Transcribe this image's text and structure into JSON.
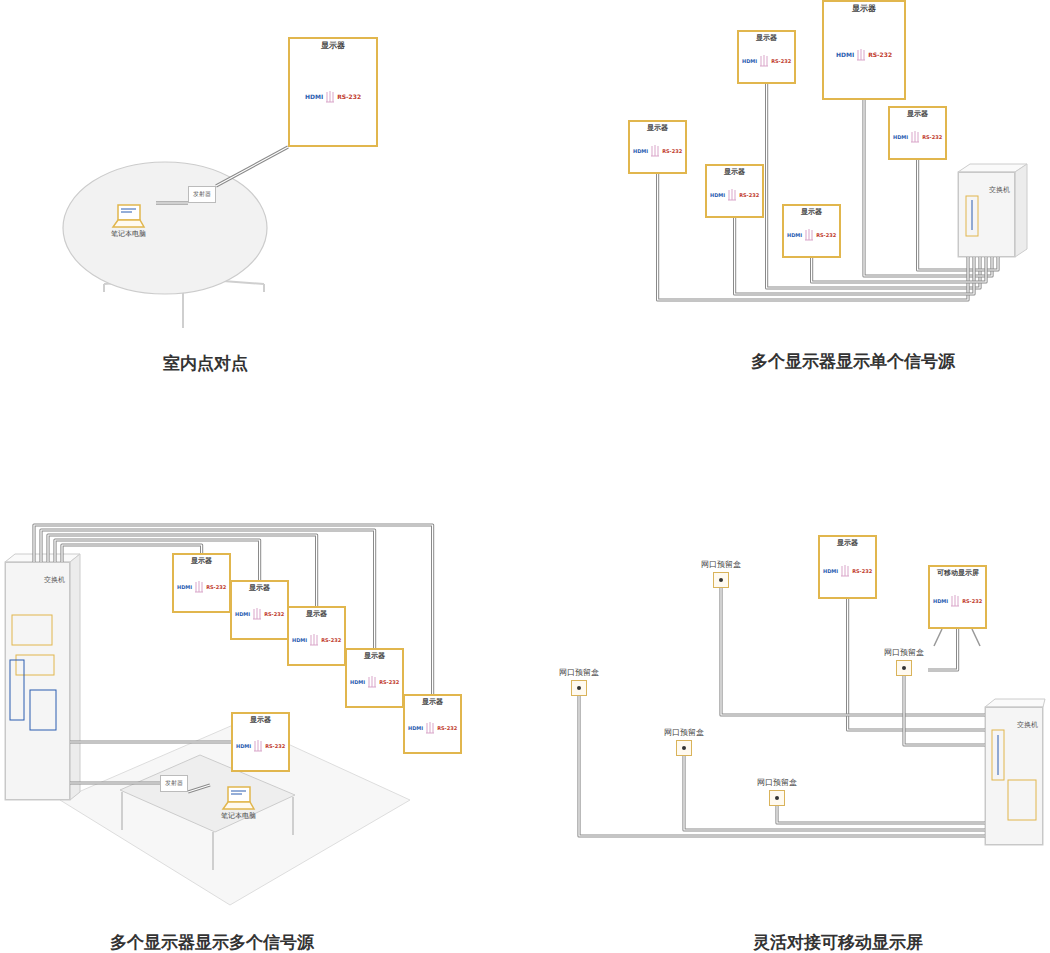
{
  "diagram": {
    "nodes": [
      {
        "text": [
          "显示器",
          "HDMI",
          "RS-232"
        ]
      },
      {
        "text": [
          "发射器"
        ]
      },
      {
        "text": [
          "笔记本电脑"
        ]
      },
      {
        "text": [
          "显示器",
          "HDMI",
          "RS-232"
        ]
      },
      {
        "text": [
          "显示器",
          "HDMI",
          "RS-232"
        ]
      },
      {
        "text": [
          "显示器",
          "HDMI",
          "RS-232"
        ]
      },
      {
        "text": [
          "显示器",
          "HDMI",
          "RS-232"
        ]
      },
      {
        "text": [
          "显示器",
          "HDMI",
          "RS-232"
        ]
      },
      {
        "text": [
          "显示器",
          "HDMI",
          "RS-232"
        ]
      },
      {
        "text": [
          "交换机"
        ]
      },
      {
        "text": [
          "交换机"
        ]
      },
      {
        "text": [
          "显示器",
          "HDMI",
          "RS-232"
        ]
      },
      {
        "text": [
          "显示器",
          "HDMI",
          "RS-232"
        ]
      },
      {
        "text": [
          "显示器",
          "HDMI",
          "RS-232"
        ]
      },
      {
        "text": [
          "显示器",
          "HDMI",
          "RS-232"
        ]
      },
      {
        "text": [
          "显示器",
          "HDMI",
          "RS-232"
        ]
      },
      {
        "text": [
          "显示器",
          "HDMI",
          "RS-232"
        ]
      },
      {
        "text": [
          "发射器"
        ]
      },
      {
        "text": [
          "笔记本电脑"
        ]
      },
      {
        "text": [
          "显示器",
          "HDMI",
          "RS-232"
        ]
      },
      {
        "text": [
          "可移动显示屏",
          "HDMI",
          "RS-232"
        ]
      },
      {
        "text": [
          "网口预留盒"
        ]
      },
      {
        "text": [
          "网口预留盒"
        ]
      },
      {
        "text": [
          "网口预留盒"
        ]
      },
      {
        "text": [
          "网口预留盒"
        ]
      },
      {
        "text": [
          "网口预留盒"
        ]
      },
      {
        "text": [
          "交换机"
        ]
      }
    ],
    "edges": [
      {
        "from": 2,
        "to": 1,
        "arrow": "none"
      },
      {
        "from": 1,
        "to": 0,
        "arrow": "none"
      },
      {
        "from": 3,
        "to": 9,
        "arrow": "none"
      },
      {
        "from": 4,
        "to": 9,
        "arrow": "none"
      },
      {
        "from": 5,
        "to": 9,
        "arrow": "none"
      },
      {
        "from": 6,
        "to": 9,
        "arrow": "none"
      },
      {
        "from": 7,
        "to": 9,
        "arrow": "none"
      },
      {
        "from": 8,
        "to": 9,
        "arrow": "none"
      },
      {
        "from": 11,
        "to": 10,
        "arrow": "none"
      },
      {
        "from": 12,
        "to": 10,
        "arrow": "none"
      },
      {
        "from": 13,
        "to": 10,
        "arrow": "none"
      },
      {
        "from": 14,
        "to": 10,
        "arrow": "none"
      },
      {
        "from": 15,
        "to": 10,
        "arrow": "none"
      },
      {
        "from": 16,
        "to": 10,
        "arrow": "none"
      },
      {
        "from": 17,
        "to": 10,
        "arrow": "none"
      },
      {
        "from": 18,
        "to": 17,
        "arrow": "none"
      },
      {
        "from": 19,
        "to": 26,
        "arrow": "none"
      },
      {
        "from": 20,
        "to": 22,
        "arrow": "none"
      },
      {
        "from": 21,
        "to": 26,
        "arrow": "none"
      },
      {
        "from": 22,
        "to": 26,
        "arrow": "none"
      },
      {
        "from": 23,
        "to": 26,
        "arrow": "none"
      },
      {
        "from": 24,
        "to": 26,
        "arrow": "none"
      },
      {
        "from": 25,
        "to": 26,
        "arrow": "none"
      }
    ],
    "labels": [
      "室内点对点",
      "多个显示器显示单个信号源",
      "多个显示器显示多个信号源",
      "灵活对接可移动显示屏"
    ]
  }
}
